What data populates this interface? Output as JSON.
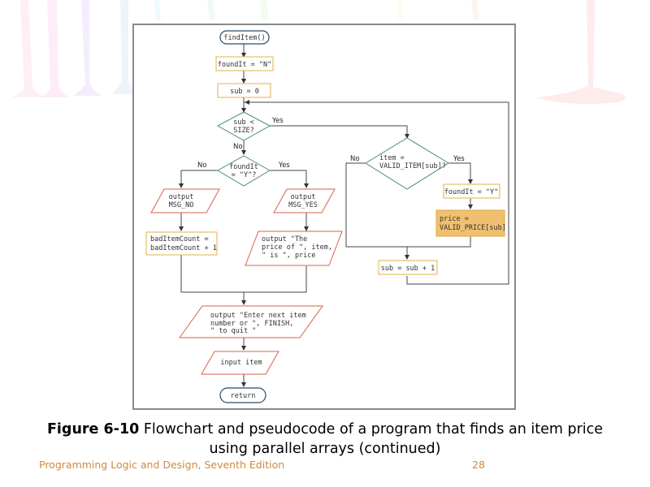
{
  "slide": {
    "caption_bold": "Figure 6-10",
    "caption_text": " Flowchart and pseudocode of a program that finds an item price using parallel arrays (continued)",
    "footer_title": "Programming Logic and Design, Seventh Edition",
    "page_number": "28"
  },
  "flowchart": {
    "start": "findItem()",
    "init_found": "foundIt = \"N\"",
    "init_sub": "sub = 0",
    "loop_decision": [
      "sub <",
      "SIZE?"
    ],
    "found_decision": [
      "foundIt",
      "= \"Y\"?"
    ],
    "match_decision": [
      "item =",
      "VALID_ITEM[sub]?"
    ],
    "set_found": "foundIt = \"Y\"",
    "set_price": [
      "price =",
      "VALID_PRICE[sub]"
    ],
    "increment_sub": "sub = sub + 1",
    "output_no": [
      "output",
      "MSG_NO"
    ],
    "output_yes": [
      "output",
      "MSG_YES"
    ],
    "bad_count": [
      "badItemCount =",
      "badItemCount + 1"
    ],
    "output_price": [
      "output \"The",
      "price of \", item,",
      "\" is \", price"
    ],
    "output_prompt": [
      "output \"Enter next item",
      "number or \", FINISH,",
      "\" to quit \""
    ],
    "input_item": "input item",
    "end": "return",
    "labels": {
      "yes": "Yes",
      "no": "No"
    }
  },
  "colors": {
    "terminal_stroke": "#2b4a63",
    "process_stroke": "#e0b24a",
    "io_stroke": "#d9604a",
    "decision_stroke": "#4a8a8a",
    "highlight_fill": "#f0c070",
    "footer_text": "#d08a3a"
  }
}
